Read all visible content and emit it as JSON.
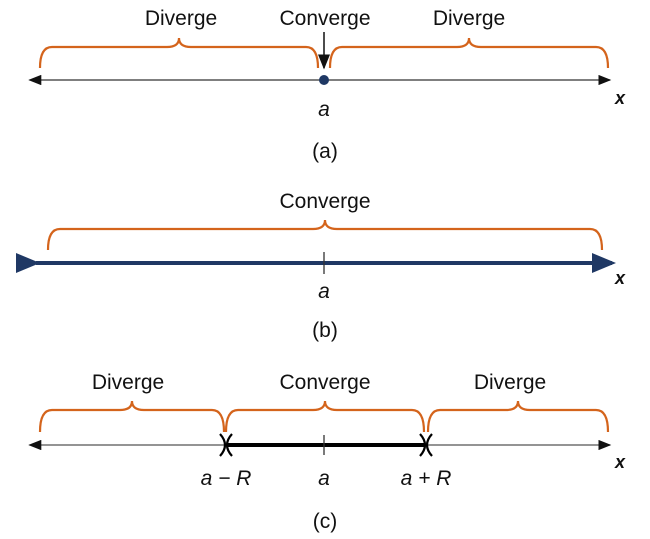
{
  "panels": [
    {
      "caption": "(a)",
      "labels": [
        "Diverge",
        "Converge",
        "Diverge"
      ],
      "center": "a",
      "axis": "x"
    },
    {
      "caption": "(b)",
      "labels": [
        "Converge"
      ],
      "center": "a",
      "axis": "x"
    },
    {
      "caption": "(c)",
      "labels": [
        "Diverge",
        "Converge",
        "Diverge"
      ],
      "center": "a",
      "left_end": "a − R",
      "right_end": "a + R",
      "axis": "x"
    }
  ],
  "colors": {
    "brace": "#d4641c",
    "line_b": "#1f3864",
    "dot": "#1f3864"
  }
}
